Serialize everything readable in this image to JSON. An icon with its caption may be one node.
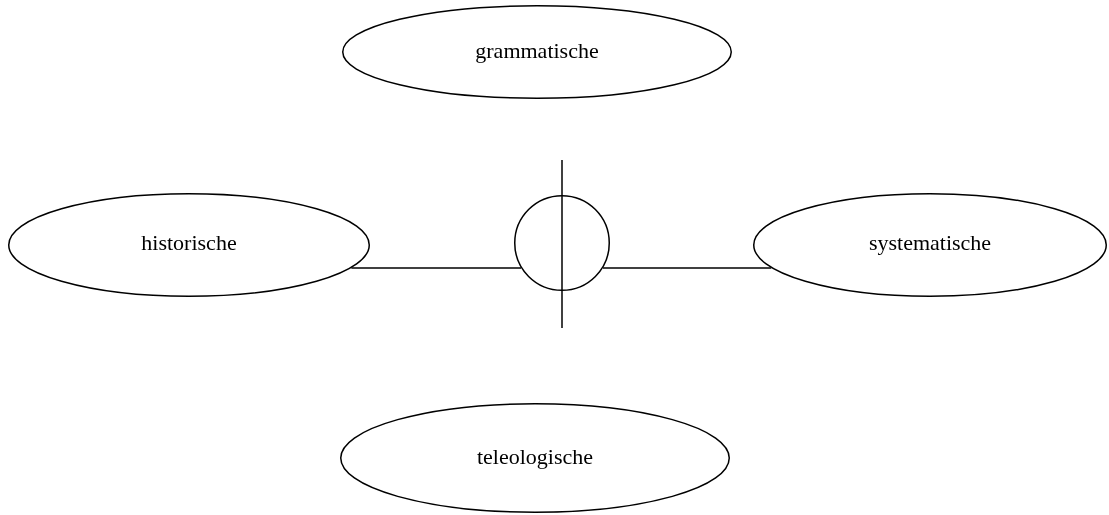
{
  "diagram": {
    "nodes": [
      {
        "text": [
          "grammatische"
        ]
      },
      {
        "text": [
          "historische"
        ]
      },
      {
        "text": [],
        "shape": "circle"
      },
      {
        "text": [
          "systematische"
        ]
      },
      {
        "text": [
          "teleologische"
        ]
      }
    ],
    "edges": [
      {
        "from": 1,
        "to": 2,
        "arrow": "none"
      },
      {
        "from": 2,
        "to": 3,
        "arrow": "none"
      }
    ]
  }
}
